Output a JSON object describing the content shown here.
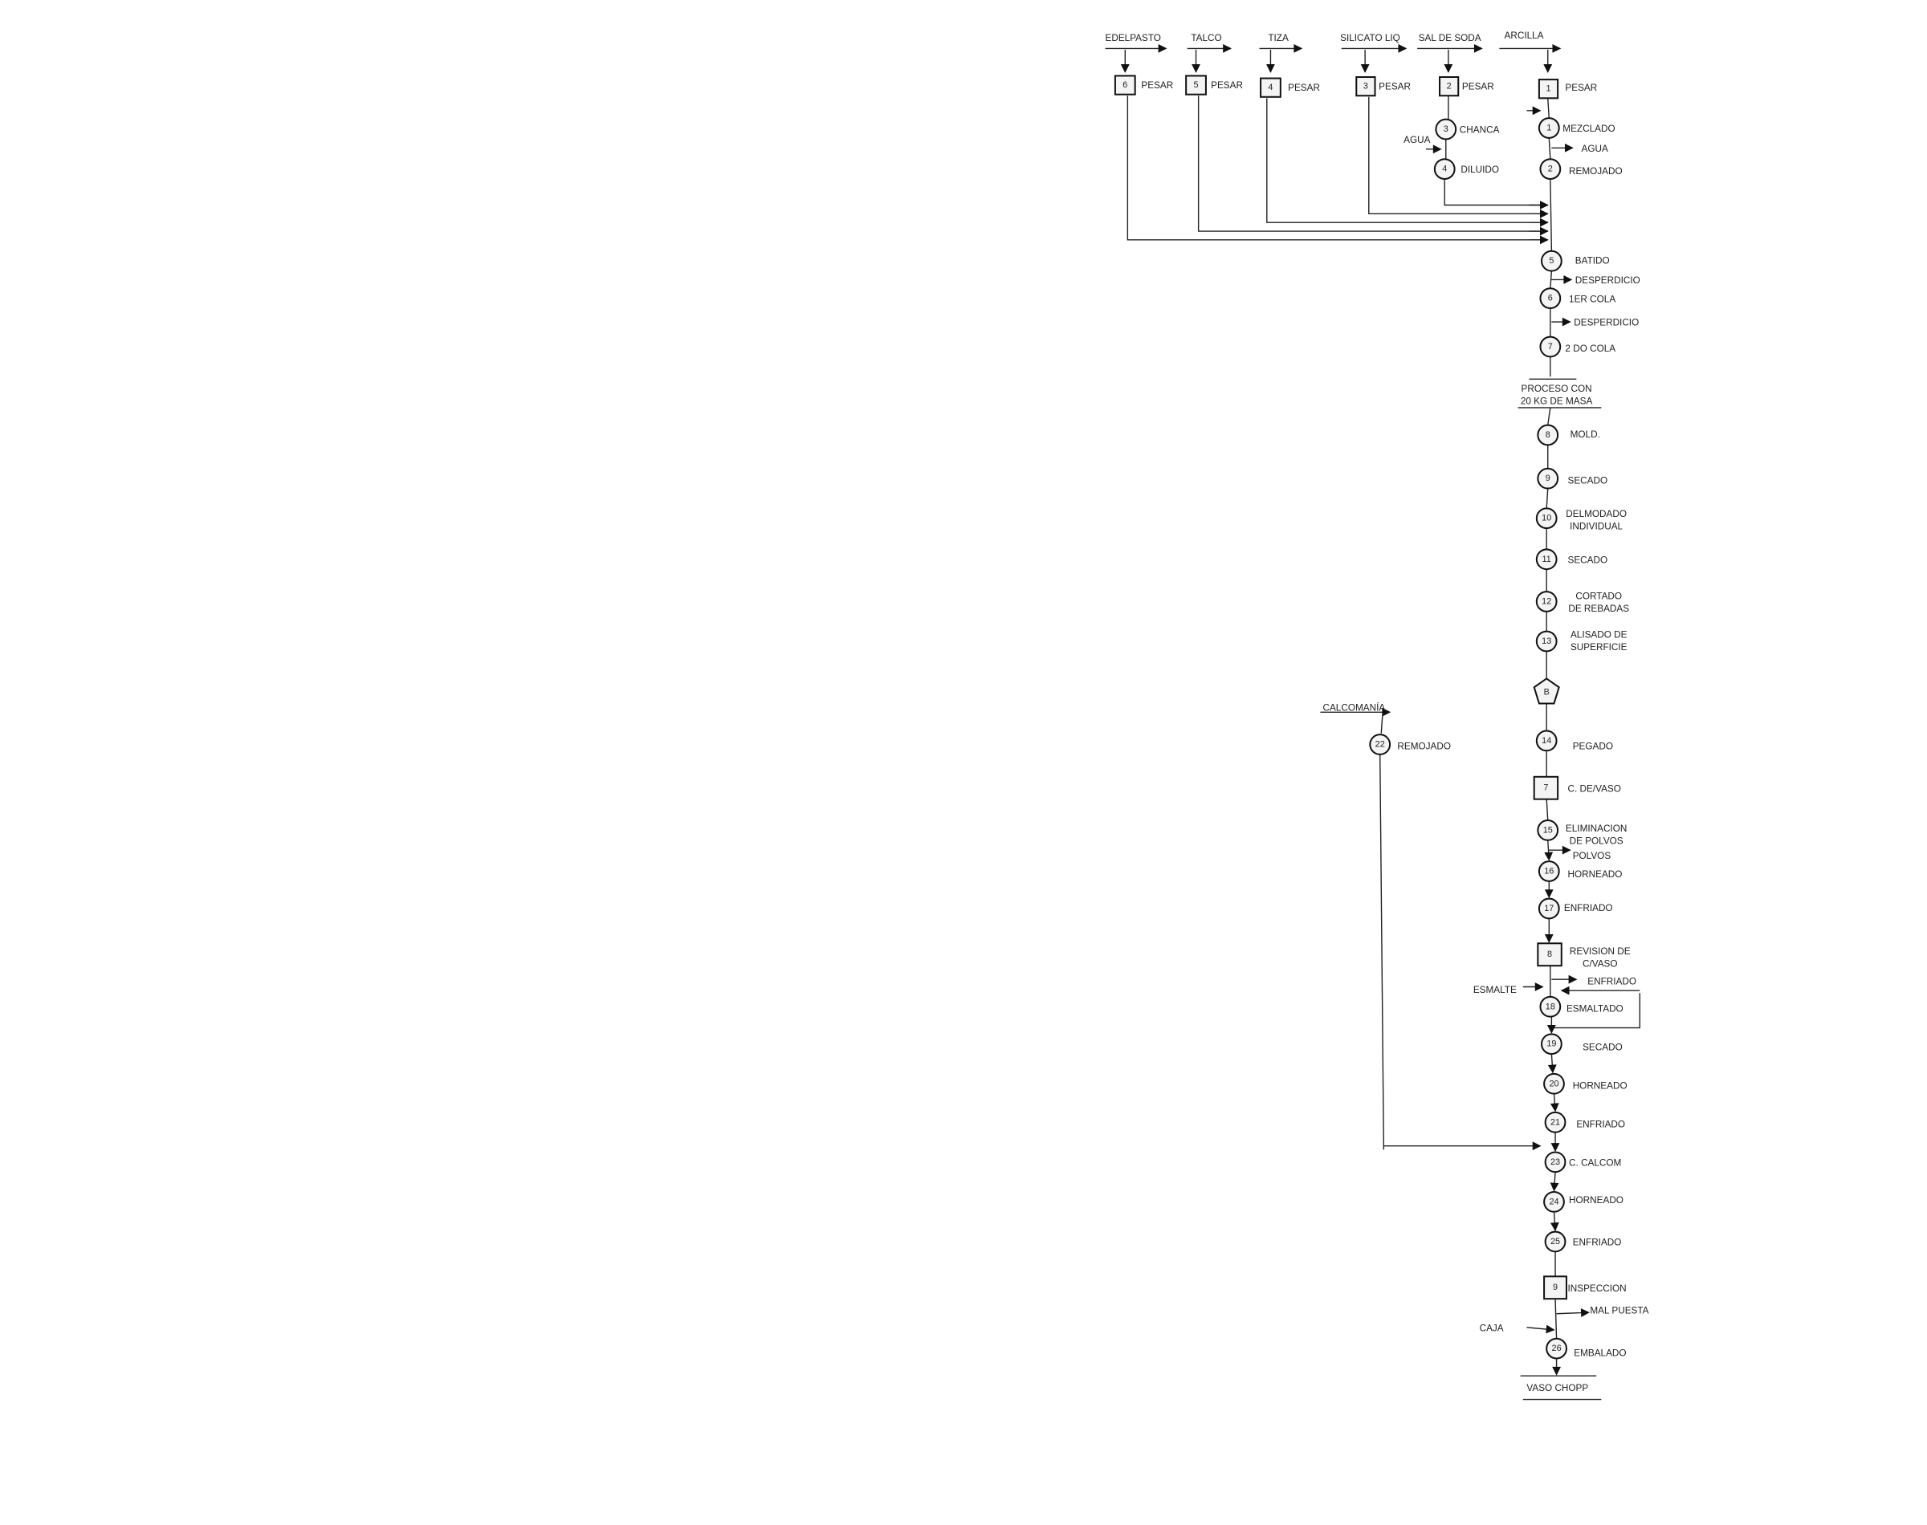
{
  "title": "Diagrama de operaciones - Vaso Chopp",
  "flows": {
    "edelpasto": "EDELPASTO",
    "talco": "TALCO",
    "tiza": "TIZA",
    "silicato": "SILICATO LIQ",
    "sal_soda": "SAL DE SODA",
    "arcilla": "ARCILLA",
    "agua_in": "AGUA",
    "agua_out": "AGUA",
    "desperdicio_1": "DESPERDICIO",
    "desperdicio_2": "DESPERDICIO",
    "polvos": "POLVOS",
    "enfriado_out": "ENFRIADO",
    "esmalte": "ESMALTE",
    "calcomania": "CALCOMANÍA",
    "mal_puesta": "MAL PUESTA",
    "caja": "CAJA"
  },
  "inspections": [
    {
      "num": "1",
      "label": [
        "PESAR"
      ]
    },
    {
      "num": "2",
      "label": [
        "PESAR"
      ]
    },
    {
      "num": "3",
      "label": [
        "PESAR"
      ]
    },
    {
      "num": "4",
      "label": [
        "PESAR"
      ]
    },
    {
      "num": "5",
      "label": [
        "PESAR"
      ]
    },
    {
      "num": "6",
      "label": [
        "PESAR"
      ]
    },
    {
      "num": "7",
      "label": [
        "C. DE/VASO"
      ]
    },
    {
      "num": "8",
      "label": [
        "REVISION DE",
        "C/VASO"
      ]
    },
    {
      "num": "9",
      "label": [
        "INSPECCION"
      ]
    }
  ],
  "operations": [
    {
      "num": "1",
      "label": [
        "MEZCLADO"
      ]
    },
    {
      "num": "2",
      "label": [
        "REMOJADO"
      ]
    },
    {
      "num": "3",
      "label": [
        "CHANCA"
      ]
    },
    {
      "num": "4",
      "label": [
        "DILUIDO"
      ]
    },
    {
      "num": "5",
      "label": [
        "BATIDO"
      ]
    },
    {
      "num": "6",
      "label": [
        "1ER COLA"
      ]
    },
    {
      "num": "7",
      "label": [
        "2 DO COLA"
      ]
    },
    {
      "num": "8",
      "label": [
        "MOLD."
      ]
    },
    {
      "num": "9",
      "label": [
        "SECADO"
      ]
    },
    {
      "num": "10",
      "label": [
        "DELMODADO",
        "INDIVIDUAL"
      ]
    },
    {
      "num": "11",
      "label": [
        "SECADO"
      ]
    },
    {
      "num": "12",
      "label": [
        "CORTADO",
        "DE REBADAS"
      ]
    },
    {
      "num": "13",
      "label": [
        "ALISADO DE",
        "SUPERFICIE"
      ]
    },
    {
      "num": "14",
      "label": [
        "PEGADO"
      ]
    },
    {
      "num": "15",
      "label": [
        "ELIMINACION",
        "DE POLVOS"
      ]
    },
    {
      "num": "16",
      "label": [
        "HORNEADO"
      ]
    },
    {
      "num": "17",
      "label": [
        "ENFRIADO"
      ]
    },
    {
      "num": "18",
      "label": [
        "ESMALTADO"
      ]
    },
    {
      "num": "19",
      "label": [
        "SECADO"
      ]
    },
    {
      "num": "20",
      "label": [
        "HORNEADO"
      ]
    },
    {
      "num": "21",
      "label": [
        "ENFRIADO"
      ]
    },
    {
      "num": "22",
      "label": [
        "REMOJADO"
      ]
    },
    {
      "num": "23",
      "label": [
        "C. CALCOM"
      ]
    },
    {
      "num": "24",
      "label": [
        "HORNEADO"
      ]
    },
    {
      "num": "25",
      "label": [
        "ENFRIADO"
      ]
    },
    {
      "num": "26",
      "label": [
        "EMBALADO"
      ]
    }
  ],
  "delay": {
    "label": "B"
  },
  "storage": {
    "process_note": [
      "PROCESO CON",
      "20 KG DE MASA"
    ],
    "final_product": "VASO CHOPP"
  }
}
